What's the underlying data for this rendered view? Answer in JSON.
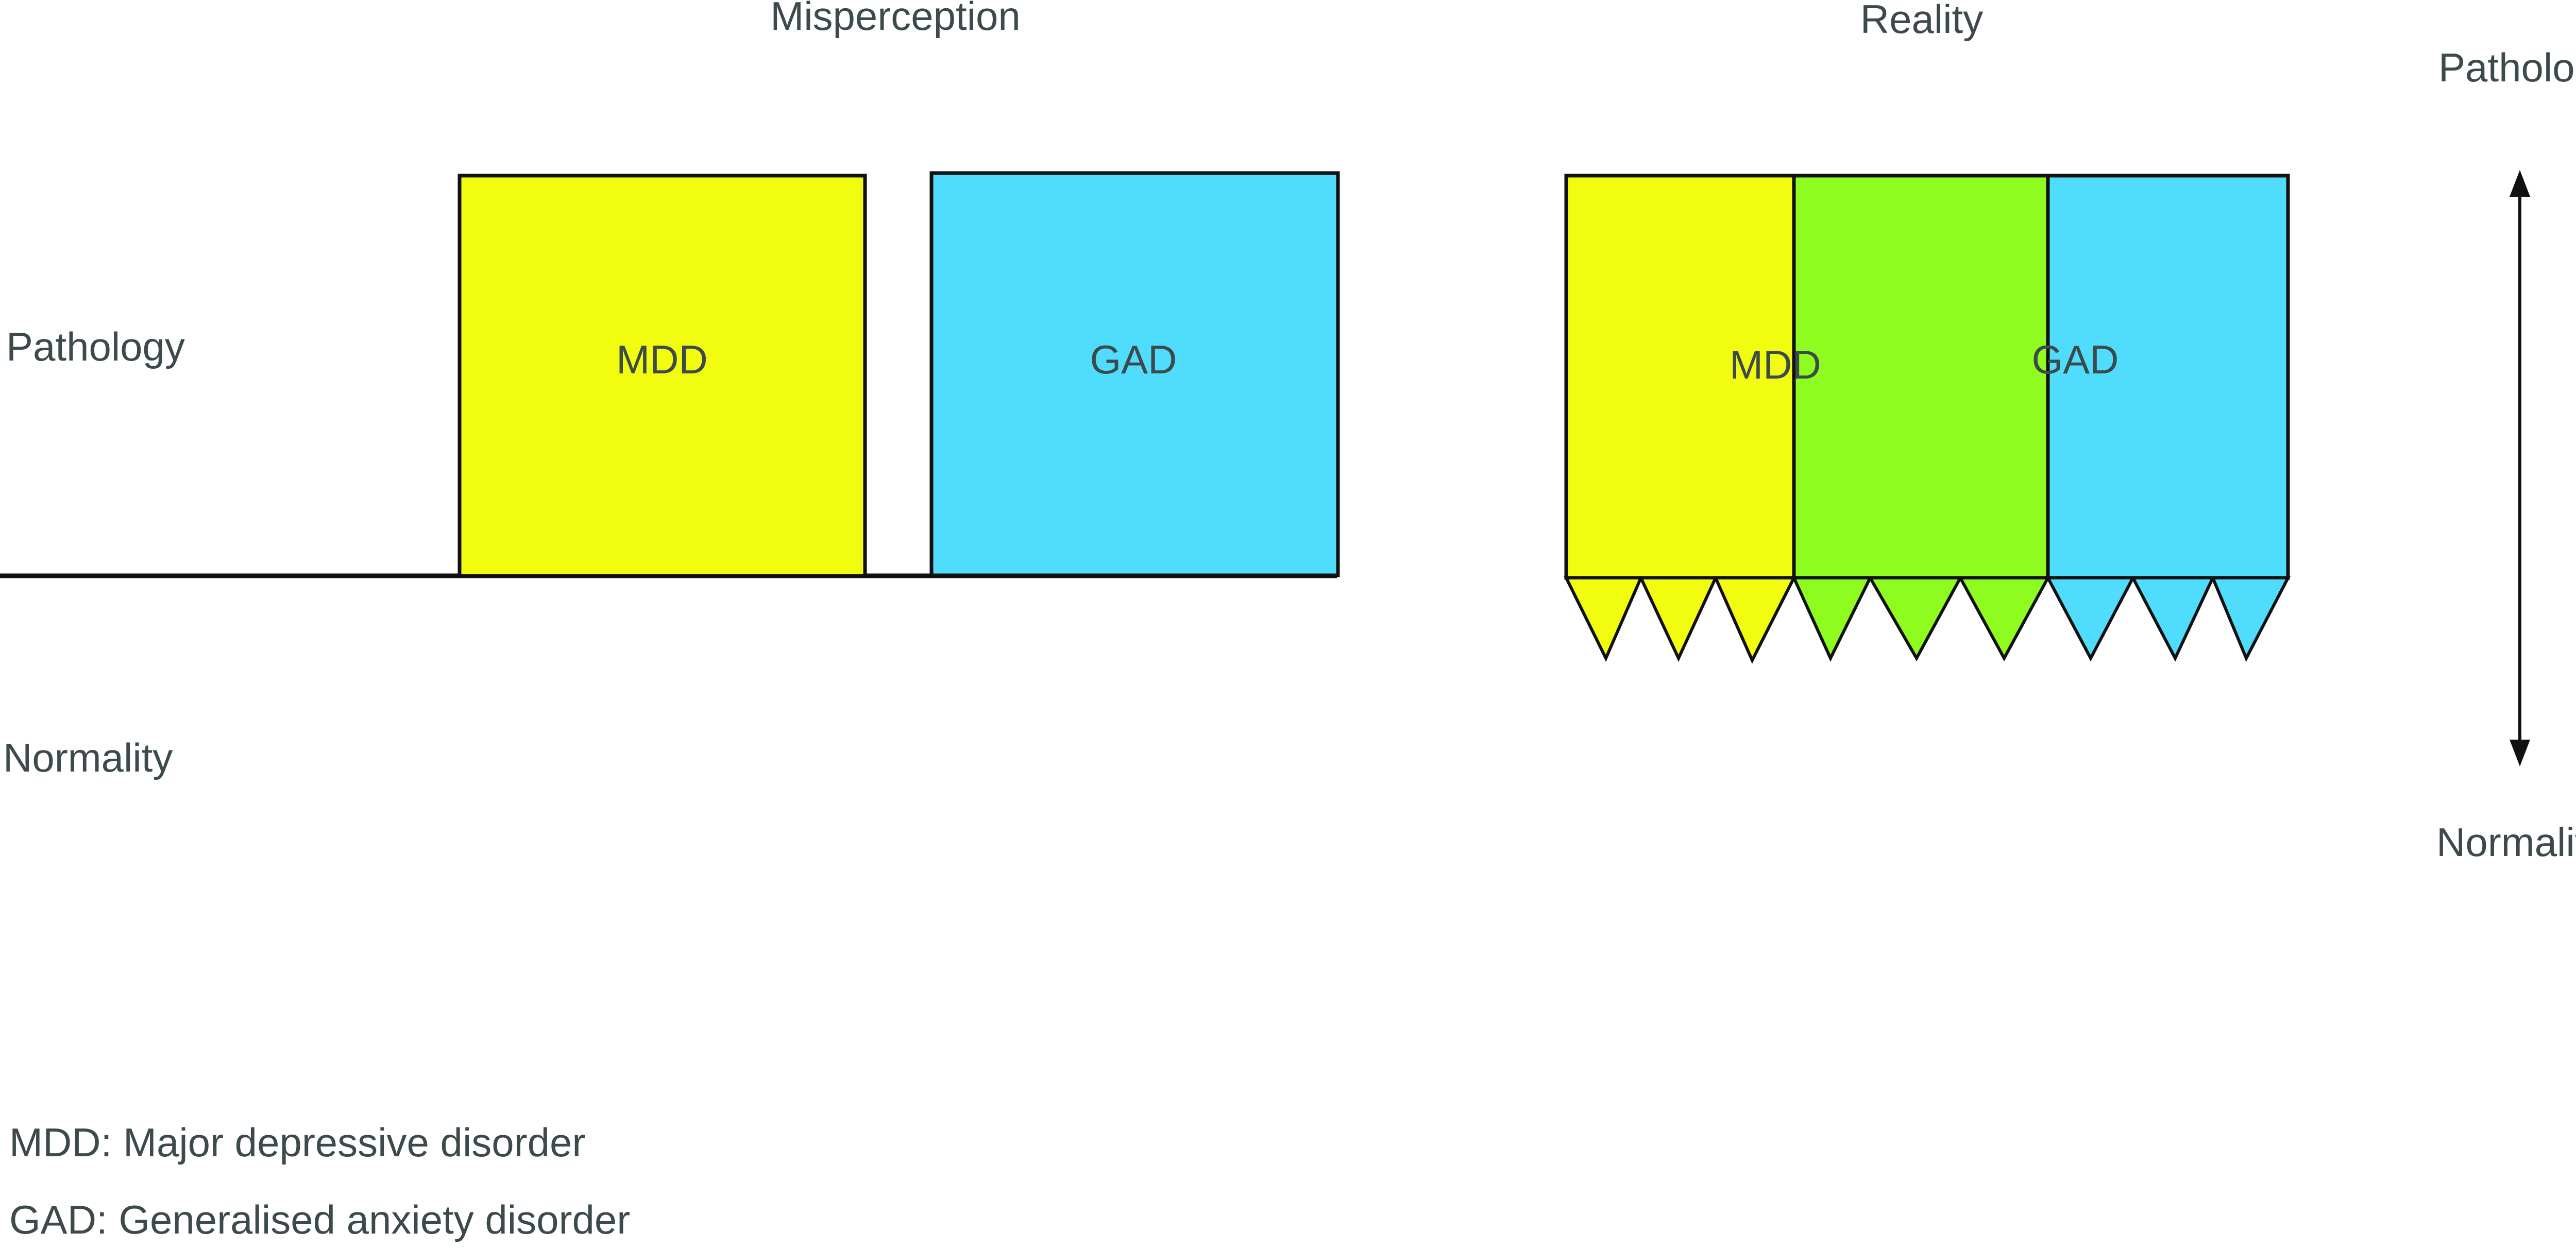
{
  "panels": {
    "misperception_title": "Misperception",
    "reality_title": "Reality"
  },
  "axis_labels": {
    "left_top": "Pathology",
    "left_bottom": "Normality",
    "right_top": "Pathology",
    "right_bottom": "Normality"
  },
  "boxes": {
    "mdd": "MDD",
    "gad": "GAD"
  },
  "legend": {
    "mdd_definition": "MDD: Major depressive disorder",
    "gad_definition": "GAD: Generalised anxiety disorder"
  },
  "colors": {
    "mdd": "#f2fc0f",
    "overlap": "#8efc1f",
    "gad": "#50dcfc",
    "stroke": "#111111",
    "text": "#3d4a4c"
  }
}
